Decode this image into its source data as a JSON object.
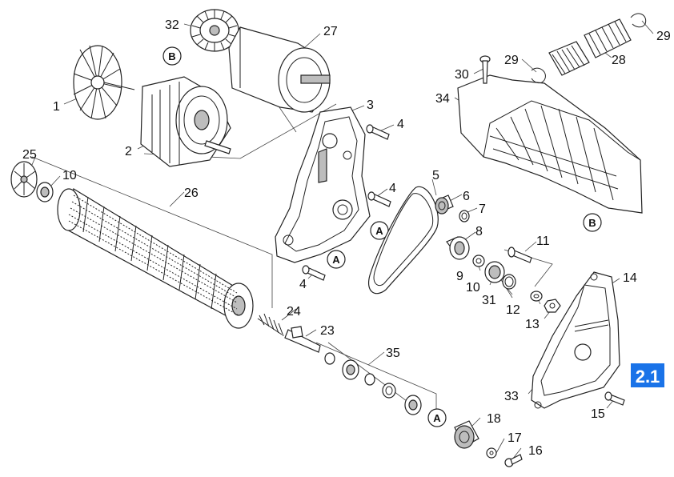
{
  "section_badge": {
    "text": "2.1",
    "color": "#1a73e8"
  },
  "part_labels": [
    "1",
    "2",
    "3",
    "4",
    "4",
    "4",
    "5",
    "6",
    "7",
    "8",
    "9",
    "10",
    "10",
    "11",
    "12",
    "13",
    "14",
    "15",
    "16",
    "17",
    "18",
    "23",
    "24",
    "25",
    "26",
    "27",
    "28",
    "29",
    "29",
    "30",
    "31",
    "32",
    "33",
    "34",
    "35"
  ],
  "markers": [
    "B",
    "B",
    "A",
    "A",
    "A"
  ]
}
